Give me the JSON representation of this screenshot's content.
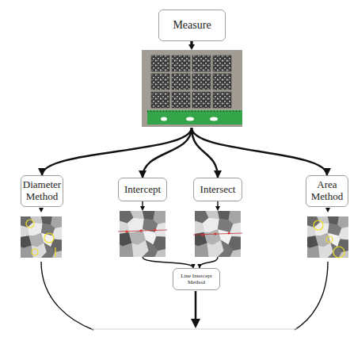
{
  "diagram": {
    "nodes": [
      {
        "text": [
          "Measure"
        ]
      },
      {
        "text": [
          "Diameter Method"
        ]
      },
      {
        "text": [
          "Intercept"
        ]
      },
      {
        "text": [
          "Intersect"
        ]
      },
      {
        "text": [
          "Area Method"
        ]
      },
      {
        "text": [
          "Line Intercept Method"
        ]
      }
    ],
    "edges": [
      {
        "from": 0,
        "to": 1,
        "arrow": "to"
      },
      {
        "from": 0,
        "to": 2,
        "arrow": "to"
      },
      {
        "from": 0,
        "to": 3,
        "arrow": "to"
      },
      {
        "from": 0,
        "to": 4,
        "arrow": "to"
      },
      {
        "from": 2,
        "to": 5,
        "arrow": "to"
      },
      {
        "from": 3,
        "to": 5,
        "arrow": "to"
      }
    ]
  }
}
